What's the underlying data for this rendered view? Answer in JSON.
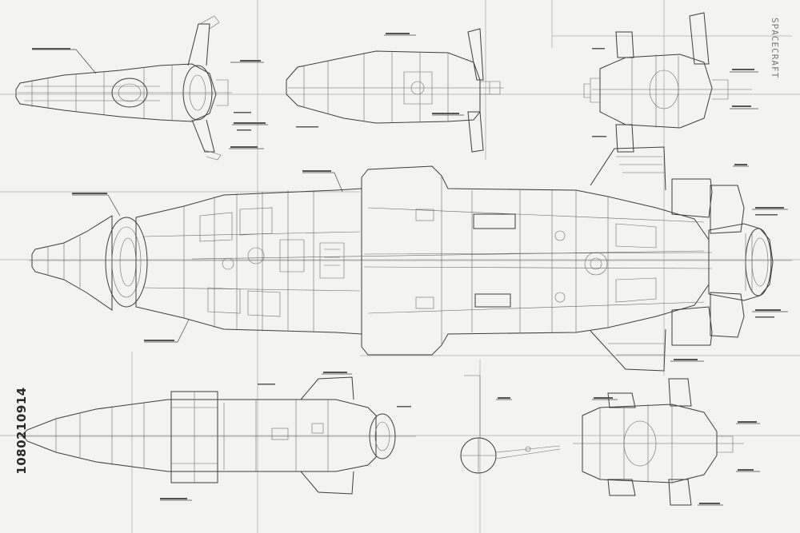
{
  "image": {
    "stock_id": "1080210914",
    "corner_annotation": "SPACECRAFT"
  },
  "views": [
    {
      "name": "top-left-view"
    },
    {
      "name": "top-center-view"
    },
    {
      "name": "top-right-view"
    },
    {
      "name": "main-side-view"
    },
    {
      "name": "bottom-left-view"
    },
    {
      "name": "bottom-center-detail"
    },
    {
      "name": "bottom-right-view"
    }
  ],
  "colors": {
    "paper": "#f3f3f1",
    "ink": "#3d3d3d",
    "shade": "#9a9a9a"
  }
}
